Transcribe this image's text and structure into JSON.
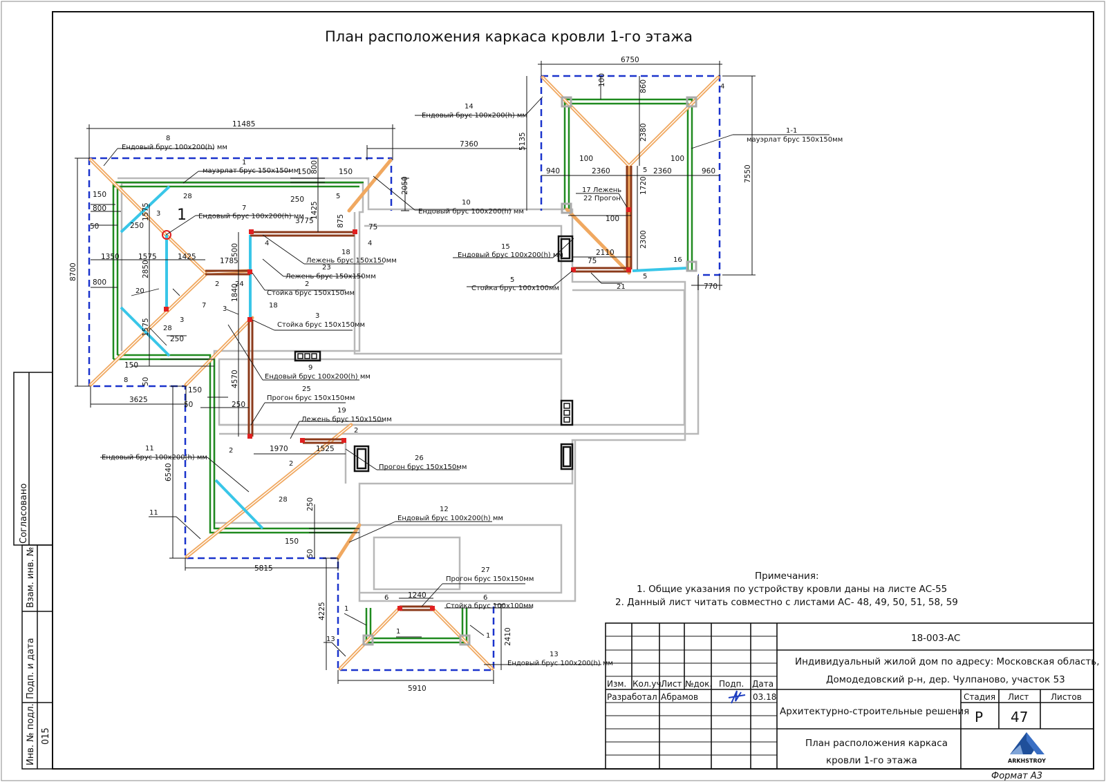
{
  "drawing": {
    "title": "План расположения каркаса кровли 1-го этажа",
    "dimensions": {
      "d11485": "11485",
      "d8700": "8700",
      "d7360": "7360",
      "d6750": "6750",
      "d7550": "7550",
      "d5135": "5135",
      "d860": "860",
      "d100a": "100",
      "d2380": "2380",
      "d940": "940",
      "d100b": "100",
      "d2360a": "2360",
      "d2360b": "2360",
      "d100c": "100",
      "d960": "960",
      "d1720": "1720",
      "d100d": "100",
      "d2300": "2300",
      "d2110": "2110",
      "d75a": "75",
      "d770": "770",
      "d150a": "150",
      "d800a": "800",
      "d150b": "150",
      "d2050": "2050",
      "d250a": "250",
      "d1425a": "1425",
      "d875": "875",
      "d3775": "3775",
      "d75b": "75",
      "d150c": "150",
      "d800b": "800",
      "d50a": "50",
      "d1575a": "1575",
      "d250b": "250",
      "d1350": "1350",
      "d1575b": "1575",
      "d1425b": "1425",
      "d1785": "1785",
      "d500": "500",
      "d2850": "2850",
      "d800c": "800",
      "d1840": "1840",
      "d1575c": "1575",
      "d250c": "250",
      "d150d": "150",
      "d50b": "50",
      "d3625": "3625",
      "d150e": "150",
      "d50c": "50",
      "d250d": "250",
      "d4570": "4570",
      "d6540": "6540",
      "d1970": "1970",
      "d1525": "1525",
      "d250e": "250",
      "d150f": "150",
      "d50d": "50",
      "d5815": "5815",
      "d4225": "4225",
      "d1240": "1240",
      "d2410": "2410",
      "d5910": "5910"
    },
    "labels": {
      "l8_num": "8",
      "l8_txt": "Ендовый брус 100x200(h) мм",
      "l1_num": "1",
      "l1_txt": "мауэрлат брус 150x150мм",
      "l14_num": "14",
      "l14_txt": "Ендовый брус 100x200(h) мм",
      "l11_top_num": "1-1",
      "l11_top_txt": "мауэрлат брус 150x150мм",
      "l10_num": "10",
      "l10_txt": "Ендовый брус 100x200(h) мм",
      "l7_num": "7",
      "l7_txt": "Ендовый брус 100x200(h) мм",
      "l17_txt": "17 Лежень",
      "l22_txt": "22 Прогон",
      "l15_num": "15",
      "l15_txt": "Ендовый брус 100x200(h) мм",
      "l5_num": "5",
      "l5_txt": "Стойка брус 100x100мм",
      "l18_num": "18",
      "l18_txt": "Лежень брус 150x150мм",
      "l23_num": "23",
      "l23_txt": "Лежень брус 150x150мм",
      "l2_num": "2",
      "l2_txt": "Стойка брус 150x150мм",
      "l3_num": "3",
      "l3_txt": "Стойка брус 150x150мм",
      "l9_num": "9",
      "l9_txt": "Ендовый брус 100x200(h) мм",
      "l25_num": "25",
      "l25_txt": "Прогон брус 150x150мм",
      "l19_num": "19",
      "l19_txt": "Лежень брус 150x150мм",
      "l26_num": "26",
      "l26_txt": "Прогон брус 150x150мм",
      "l11_num": "11",
      "l11_txt": "Ендовый брус 100x200(h) мм",
      "l12_num": "12",
      "l12_txt": "Ендовый брус 100x200(h) мм",
      "l27_num": "27",
      "l27_txt": "Прогон брус 150x150мм",
      "l6_num": "6",
      "l6_txt": "Стойка брус 100x100мм",
      "l13_num": "13",
      "l13_txt": "Ендовый брус 100x200(h) мм",
      "n28a": "28",
      "n28b": "28",
      "n28c": "28",
      "n20": "20",
      "n3a": "3",
      "n3b": "3",
      "n3c": "3",
      "n1a": "1",
      "n2a": "2",
      "n2b": "2",
      "n7b": "7",
      "n24": "24",
      "n4a": "4",
      "n4b": "4",
      "n4c": "4",
      "n5a": "5",
      "n5b": "5",
      "n5c": "5",
      "n16": "16",
      "n21": "21",
      "n18b": "18",
      "n11b": "11",
      "n13b": "13",
      "n1b": "1",
      "n1c": "1",
      "n1d": "1",
      "n6b": "6",
      "n8b": "8",
      "n2c": "2",
      "n2d": "2"
    },
    "notes": {
      "heading": "Примечания:",
      "n1": "1. Общие указания по устройству кровли даны на листе АС-55",
      "n2": "2. Данный лист читать совместно с листами АС- 48, 49, 50, 51, 58, 59"
    }
  },
  "side": {
    "agreed": "Согласовано",
    "inv_vzam": "Взам. инв. №",
    "sign_date": "Подп. и дата",
    "inv_podl": "Инв. № подл.",
    "inv_value": "015"
  },
  "stamp": {
    "code": "18-003-АС",
    "project_line1": "Индивидуальный жилой дом по адресу: Московская область,",
    "project_line2": "Домодедовский р-н, дер. Чулпаново, участок 53",
    "section": "Архитектурно-строительные решения",
    "sheet_title1": "План расположения каркаса",
    "sheet_title2": "кровли 1-го этажа",
    "headers": [
      "Изм.",
      "Кол.уч.",
      "Лист",
      "№док.",
      "Подп.",
      "Дата"
    ],
    "developed_label": "Разработал",
    "developer": "Абрамов",
    "date": "03.18",
    "stage_label": "Стадия",
    "sheet_label": "Лист",
    "sheets_label": "Листов",
    "stage": "Р",
    "sheet": "47",
    "sheets": "",
    "logo_text": "ARKHSTROY",
    "format": "Формат   А3"
  },
  "colors": {
    "frame": "#111111",
    "outline_dash": "#1a33cc",
    "mauerlat": "#1f8a1f",
    "valley": "#f0a860",
    "rafter_blue": "#39c6e8",
    "post_red": "#e02020",
    "purlin_brown": "#8b3a1a",
    "walls_gray": "#b8b8b8",
    "logo_blue": "#1f4f9a"
  }
}
